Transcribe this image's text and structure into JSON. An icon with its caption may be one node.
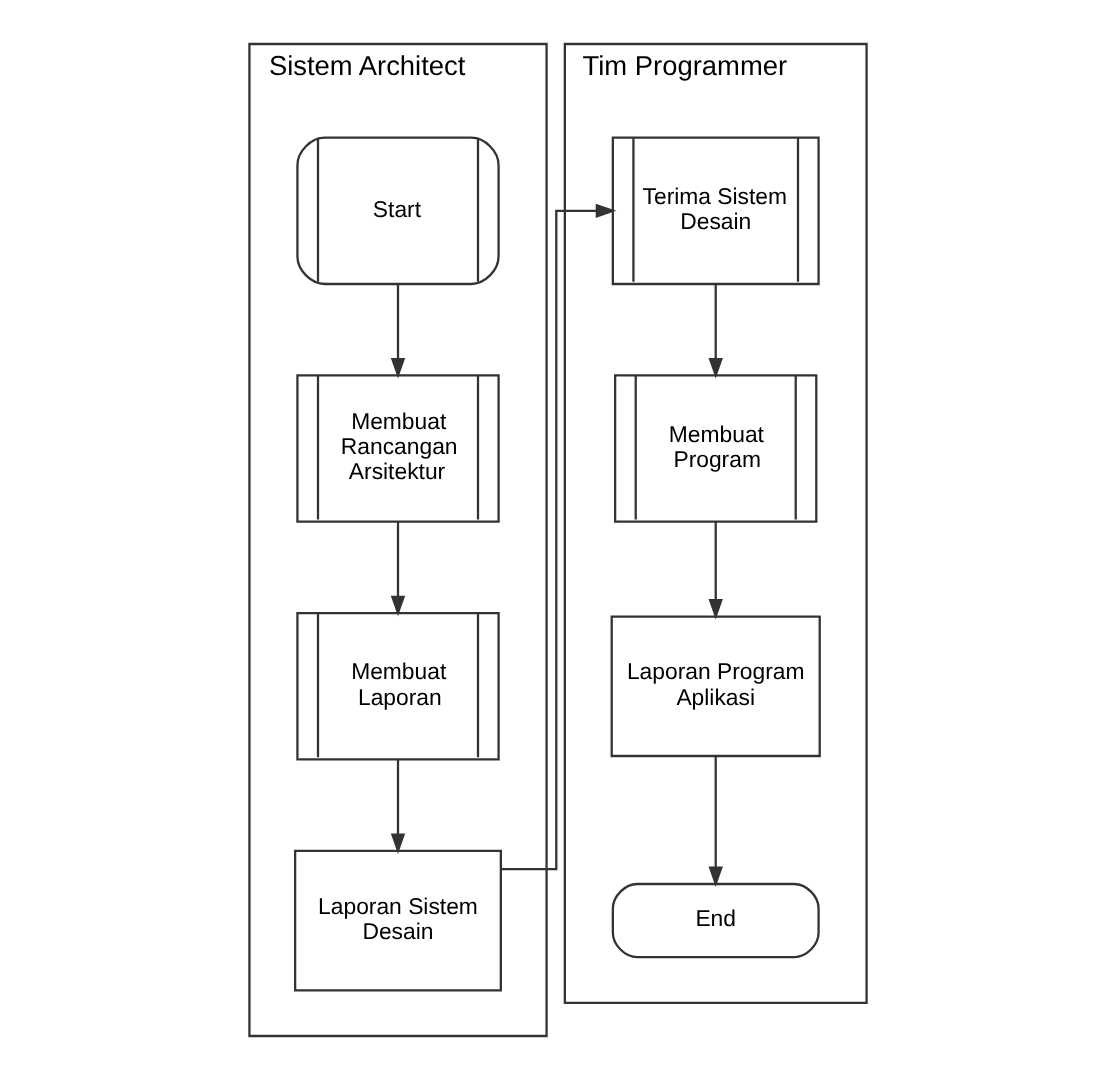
{
  "diagram": {
    "nodes": [
      {
        "text": [
          "Sistem Architect"
        ]
      },
      {
        "text": [
          "Start"
        ],
        "in": 0
      },
      {
        "text": [
          "Membuat Rancangan Arsitektur"
        ],
        "in": 0
      },
      {
        "text": [
          "Membuat Laporan"
        ],
        "in": 0
      },
      {
        "text": [
          "Laporan Sistem Desain"
        ],
        "in": 0
      },
      {
        "text": [
          "Tim Programmer"
        ]
      },
      {
        "text": [
          "Terima Sistem Desain"
        ],
        "in": 5
      },
      {
        "text": [
          "Membuat Program"
        ],
        "in": 5
      },
      {
        "text": [
          "Laporan Program Aplikasi"
        ],
        "in": 5
      },
      {
        "text": [
          "End"
        ],
        "in": 5
      }
    ],
    "edges": [
      {
        "from": 1,
        "to": 2,
        "arrow": "to"
      },
      {
        "from": 2,
        "to": 3,
        "arrow": "to"
      },
      {
        "from": 3,
        "to": 4,
        "arrow": "to"
      },
      {
        "from": 4,
        "to": 6,
        "arrow": "to"
      },
      {
        "from": 6,
        "to": 7,
        "arrow": "to"
      },
      {
        "from": 7,
        "to": 8,
        "arrow": "to"
      },
      {
        "from": 8,
        "to": 9,
        "arrow": "to"
      }
    ]
  }
}
